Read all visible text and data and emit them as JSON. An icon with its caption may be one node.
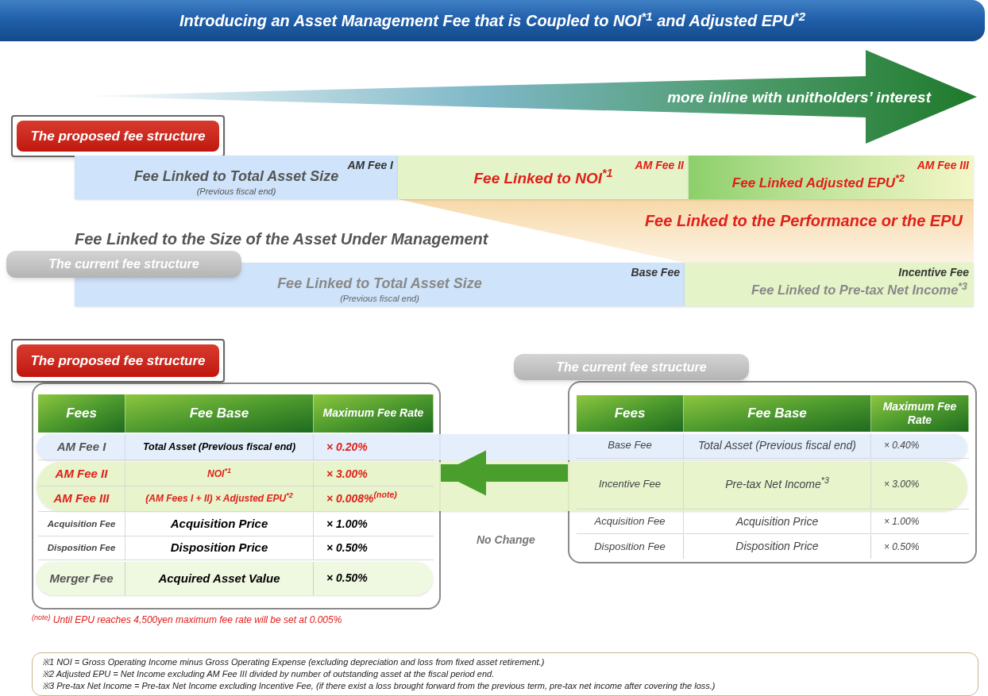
{
  "diagram": {
    "title": "Introducing an Asset Management Fee that is Coupled to NOI$^{*1}$ and Adjusted EPU$^{*2}$",
    "nodes": [
      {
        "text": [
          "more inline with unitholders’ interest"
        ]
      },
      {
        "text": [
          "The proposed fee structure"
        ]
      },
      {
        "text": [
          "AM Fee I",
          "Fee Linked to Total Asset Size",
          "(Previous fiscal end)"
        ]
      },
      {
        "text": [
          "AM Fee II",
          "Fee Linked to NOI$^{*1}$"
        ]
      },
      {
        "text": [
          "AM Fee III",
          "Fee Linked Adjusted EPU$^{*2}$"
        ]
      },
      {
        "text": [
          "Fee Linked to the Performance or the EPU"
        ]
      },
      {
        "text": [
          "The current fee structure"
        ]
      },
      {
        "text": [
          "Base Fee",
          "Fee Linked to Total Asset Size",
          "(Previous fiscal end)"
        ]
      },
      {
        "text": [
          "Incentive Fee",
          "Fee Linked to Pre-tax Net Income$^{*3}$"
        ]
      },
      {
        "text": [
          "The proposed fee structure"
        ]
      },
      {
        "text": [],
        "shape": "box"
      },
      {
        "text": [
          "The current fee structure"
        ]
      },
      {
        "text": [],
        "shape": "box"
      },
      {
        "text": [
          "※1 NOI = Gross Operating Income minus Gross Operating Expense (excluding depreciation and loss from fixed asset retirement.)",
          "※2 Adjusted EPU = Net Income excluding AM Fee III divided by number of outstanding asset at the fiscal period end.",
          "※3 Pre-tax Net Income = Pre-tax Net Income excluding Incentive Fee, (if there exist a loss brought forward from the previous term, pre-tax net income after covering the loss.)"
        ]
      }
    ],
    "edges": [
      {
        "from": 12,
        "to": 10,
        "arrow": "to"
      }
    ],
    "labels": [
      "Fee Linked to the Size of the Asset Under Management",
      "Fees",
      "Fee Base",
      "Maximum Fee Rate",
      "AM Fee I",
      "Total Asset (Previous fiscal end)",
      "× 0.20%",
      "AM Fee II",
      "NOI$^{*1}$",
      "× 3.00%",
      "AM Fee III",
      "(AM Fees I + II) × Adjusted EPU$^{*2}$",
      "× 0.008%$^{(note)}$",
      "Acquisition Fee",
      "Acquisition Price",
      "× 1.00%",
      "Disposition Fee",
      "Disposition Price",
      "× 0.50%",
      "Merger Fee",
      "Acquired Asset Value",
      "× 0.50%",
      "Fees",
      "Fee Base",
      "Maximum Fee Rate",
      "Base Fee",
      "Total Asset (Previous fiscal end)",
      "× 0.40%",
      "Incentive Fee",
      "Pre-tax Net Income$^{*3}$",
      "× 3.00%",
      "Acquisition Fee",
      "Acquisition Price",
      "× 1.00%",
      "Disposition Fee",
      "Disposition Price",
      "× 0.50%",
      "No Change",
      "$^{(note)}$ Until EPU reaches 4,500yen maximum fee rate will be set at 0.005%"
    ]
  }
}
